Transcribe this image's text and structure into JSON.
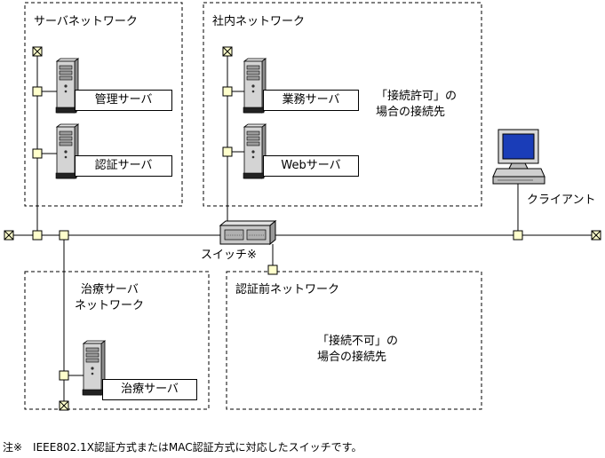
{
  "areas": {
    "server_network": "サーバネットワーク",
    "office_network": "社内ネットワーク",
    "quarantine_network_line1": "治療サーバ",
    "quarantine_network_line2": "ネットワーク",
    "preauth_network": "認証前ネットワーク"
  },
  "servers": {
    "management": "管理サーバ",
    "authentication": "認証サーバ",
    "business": "業務サーバ",
    "web": "Webサーバ",
    "remediation": "治療サーバ"
  },
  "notes": {
    "allowed_line1": "「接続許可」の",
    "allowed_line2": "場合の接続先",
    "denied_line1": "「接続不可」の",
    "denied_line2": "場合の接続先"
  },
  "devices": {
    "switch": "スイッチ※",
    "client": "クライアント"
  },
  "footnote": "注※　IEEE802.1X認証方式またはMAC認証方式に対応したスイッチです。",
  "colors": {
    "line": "#000000",
    "port": "#ffffcc",
    "monitor_screen": "#1a3db8"
  }
}
